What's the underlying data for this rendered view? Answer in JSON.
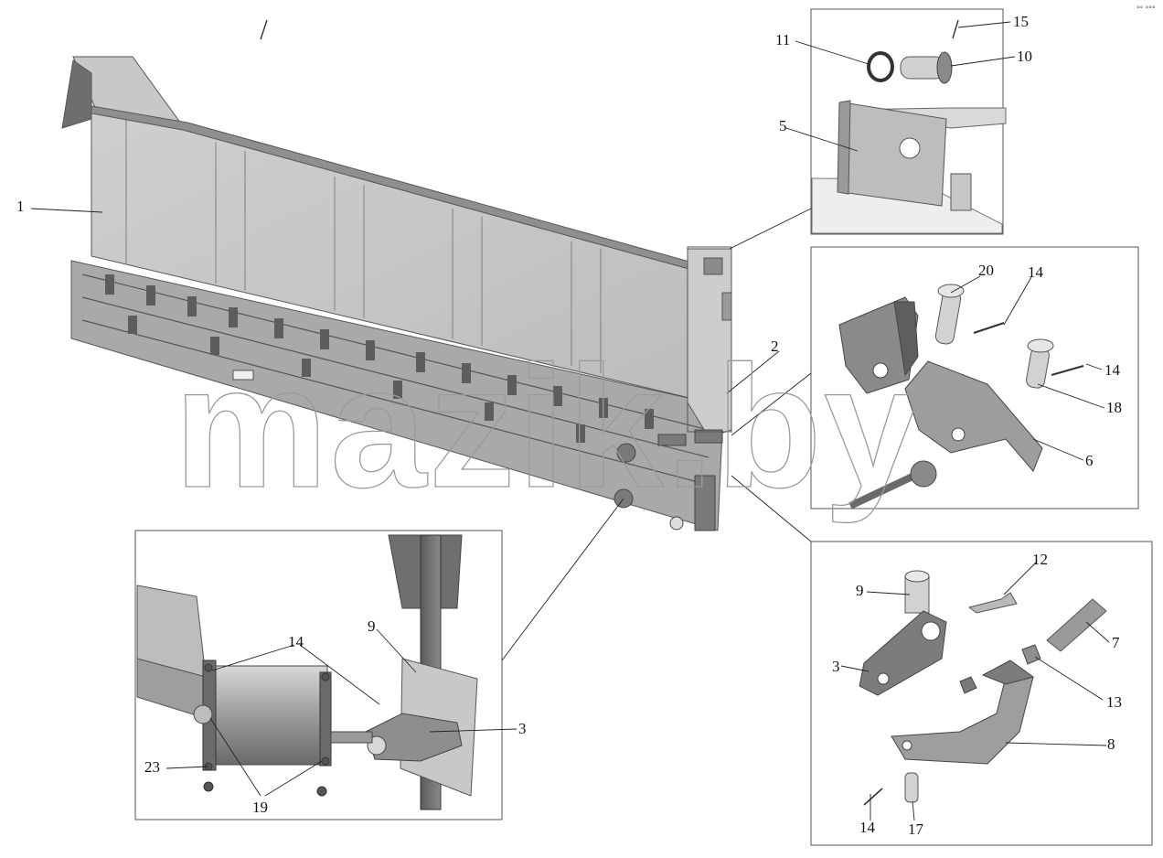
{
  "watermark": {
    "text": "mazik.by"
  },
  "corner_mark": "°° °°°",
  "callouts": {
    "main_body": "1",
    "tailgate": "2",
    "lever_detail": "3",
    "latch_detail": "3",
    "bracket": "5",
    "hook": "6",
    "rod": "7",
    "arm": "8",
    "shaft_detail": "9",
    "shaft": "9",
    "pin_top": "10",
    "ring": "11",
    "bushing": "12",
    "nut": "13",
    "cotter_a": "14",
    "cotter_b": "14",
    "cotter_c": "14",
    "cotter_d": "14",
    "cotter_top": "15",
    "pin_bottom": "17",
    "pin_18": "18",
    "bolts": "19",
    "pin_20": "20",
    "cylinder": "23"
  }
}
